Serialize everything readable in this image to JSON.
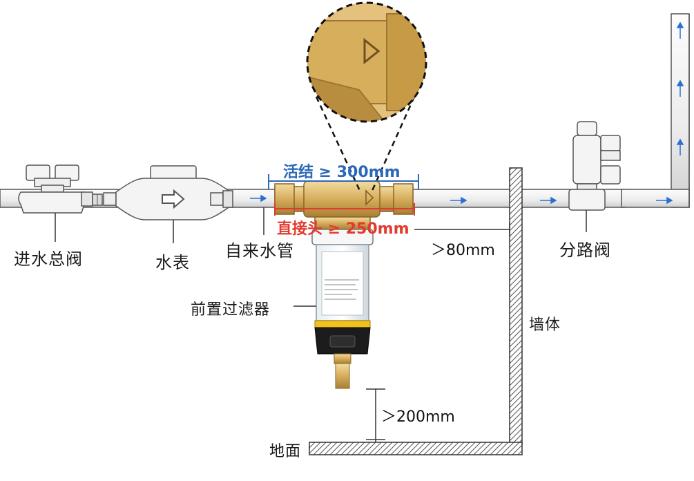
{
  "labels": {
    "inlet_valve": "进水总阀",
    "water_meter": "水表",
    "tap_pipe": "自来水管",
    "prefilter": "前置过滤器",
    "branch_valve": "分路阀",
    "wall": "墙体",
    "ground": "地面"
  },
  "dimensions": {
    "union_length": "活结 ≥ 300mm",
    "direct_length": "直接头 ≥ 250mm",
    "wall_gap": "＞80mm",
    "floor_gap": "＞200mm"
  },
  "colors": {
    "pipe": "#f4f4f4",
    "pipe_stroke": "#5a5a5a",
    "flow_arrow": "#2a6fd1",
    "brass": "#d9b56a",
    "dim_blue": "#2a68b8",
    "dim_red": "#e23a2e",
    "filter_cap": "#1c1c1c",
    "filter_ring": "#f2c21b"
  }
}
